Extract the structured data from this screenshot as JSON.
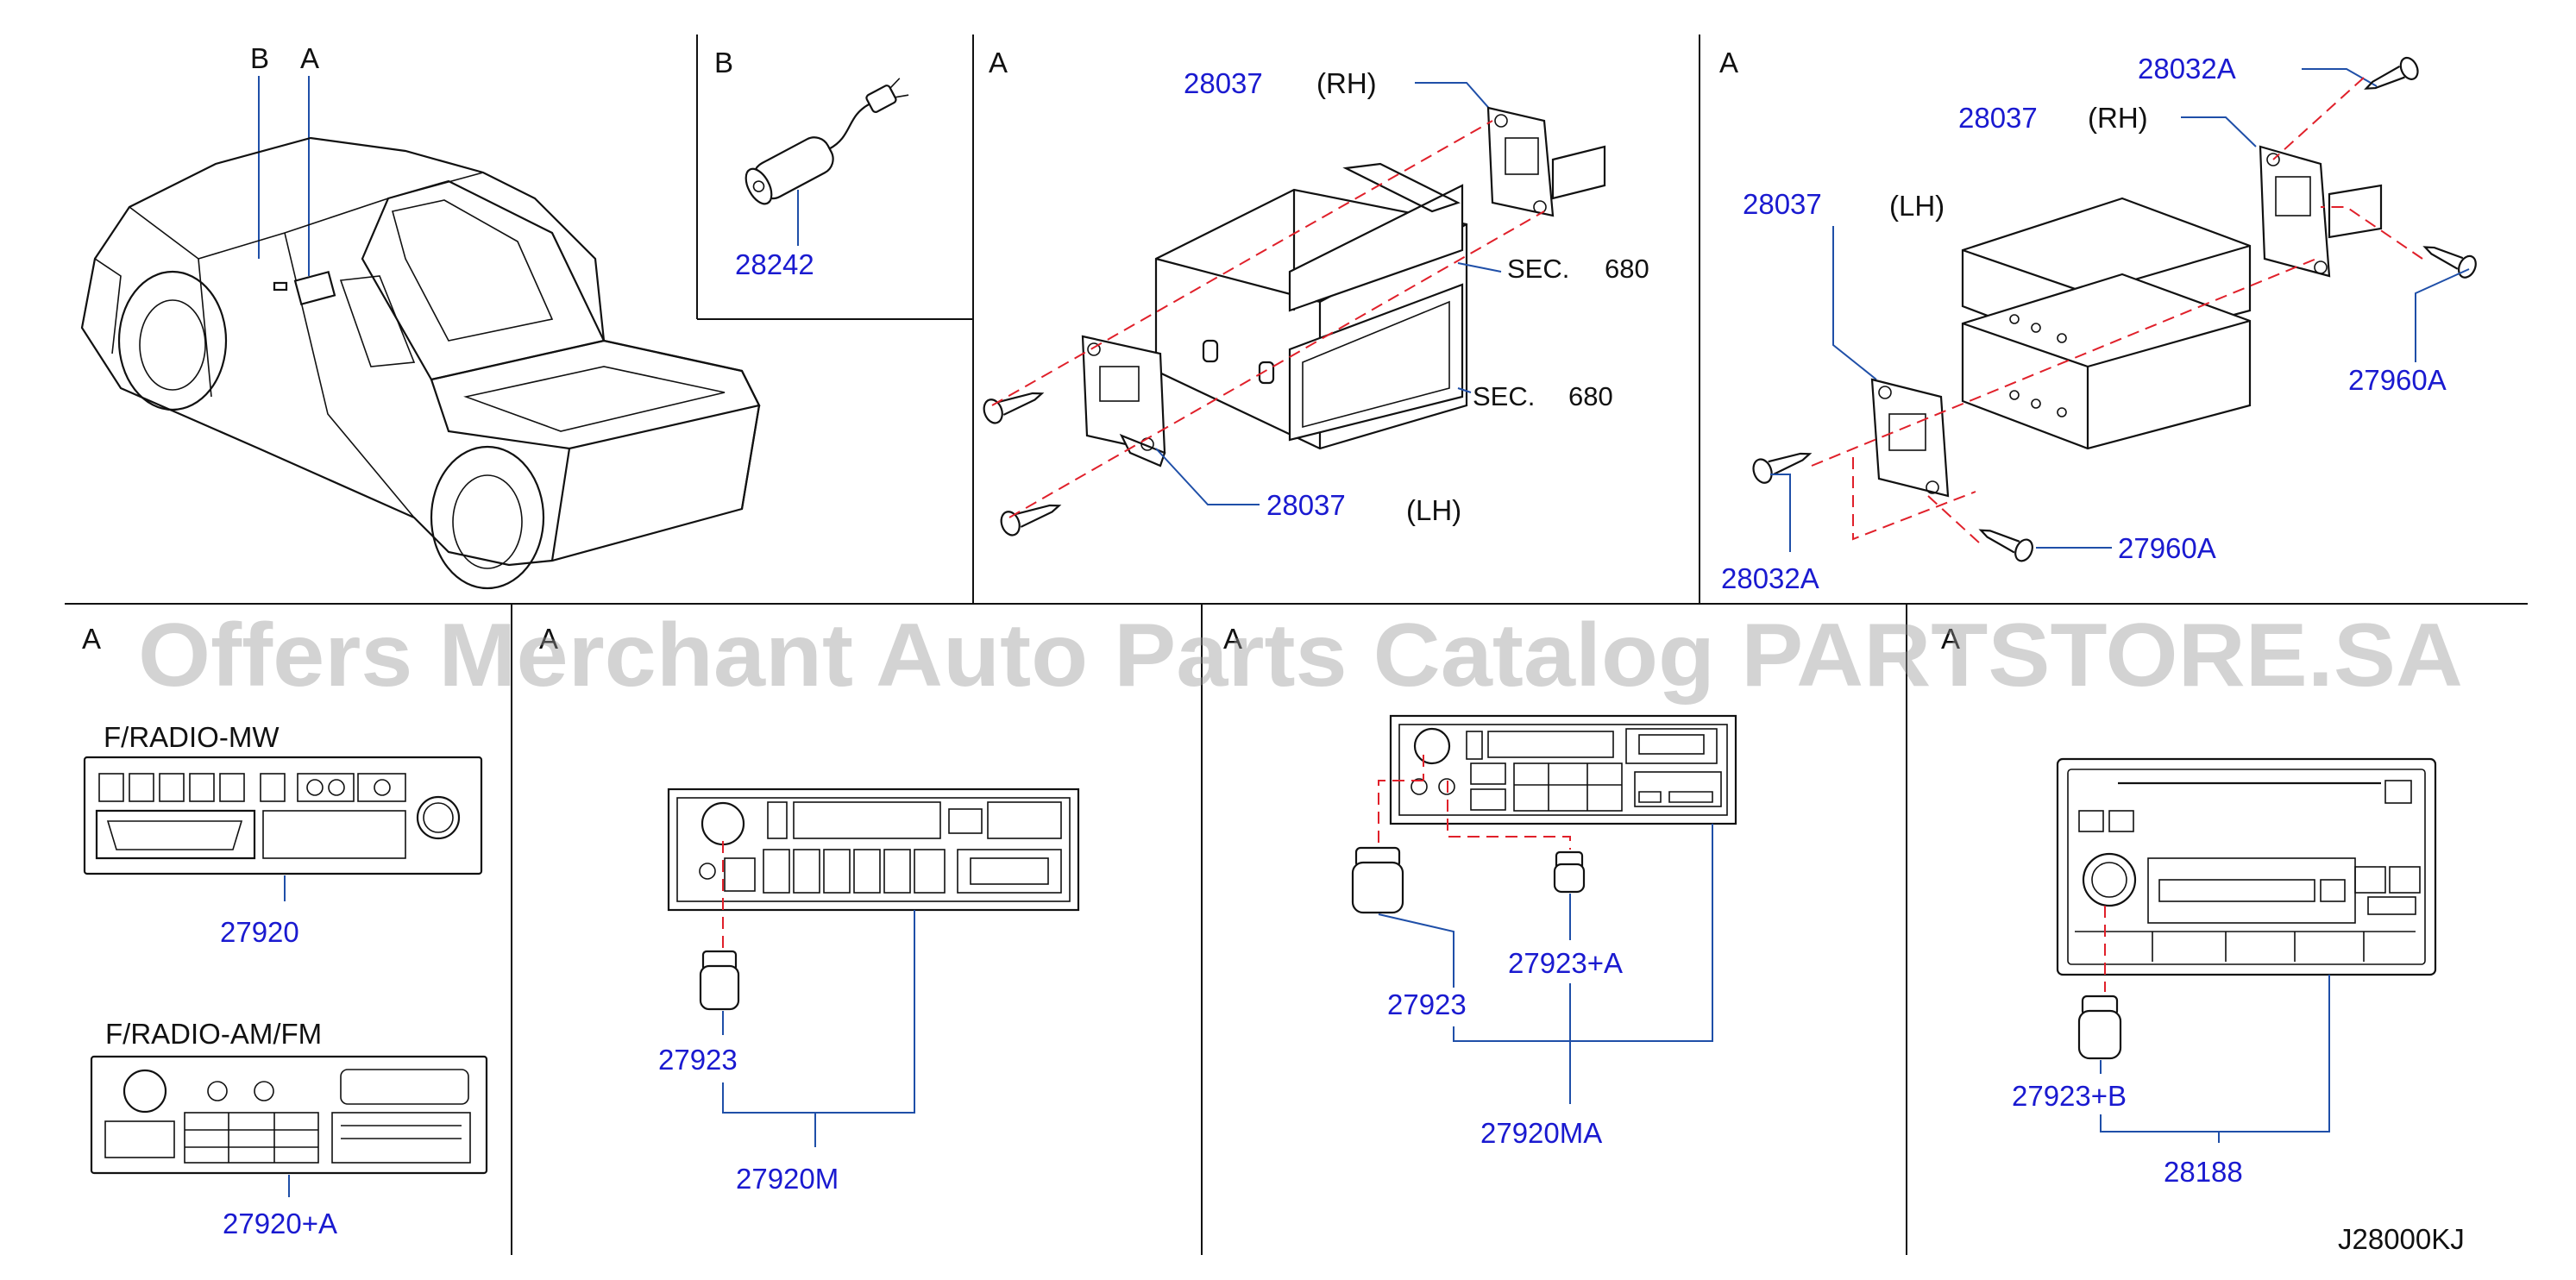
{
  "sections": {
    "vehicle": {
      "label_b": "B",
      "label_a": "A"
    },
    "b": {
      "label": "B",
      "part": "28242"
    },
    "a_dash": {
      "label": "A",
      "rh_part": "28037",
      "rh_side": "(RH)",
      "lh_part": "28037",
      "lh_side": "(LH)",
      "sec_top": "SEC.",
      "sec_top_num": "680",
      "sec_bottom": "SEC.",
      "sec_bottom_num": "680"
    },
    "a_brackets": {
      "label": "A",
      "screw_top": "28032A",
      "rh_part": "28037",
      "rh_side": "(RH)",
      "lh_part": "28037",
      "lh_side": "(LH)",
      "screw_right": "27960A",
      "screw_bottom_right": "27960A",
      "screw_bottom_left": "28032A"
    },
    "radio_basic": {
      "label": "A",
      "mw_title": "F/RADIO-MW",
      "mw_part": "27920",
      "amfm_title": "F/RADIO-AM/FM",
      "amfm_part": "27920+A"
    },
    "cassette": {
      "label": "A",
      "knob_part": "27923",
      "unit_part": "27920M"
    },
    "cassette_eq": {
      "label": "A",
      "knob_large": "27923",
      "knob_small": "27923+A",
      "unit_part": "27920MA"
    },
    "cd": {
      "label": "A",
      "knob_part": "27923+B",
      "unit_part": "28188"
    }
  },
  "watermark": "Offers Merchant Auto Parts Catalog PARTSTORE.SA",
  "diagram_code": "J28000KJ",
  "colors": {
    "part_number": "#1a1ad0",
    "leader": "#1f4fa8",
    "dashed": "#e0202a"
  }
}
